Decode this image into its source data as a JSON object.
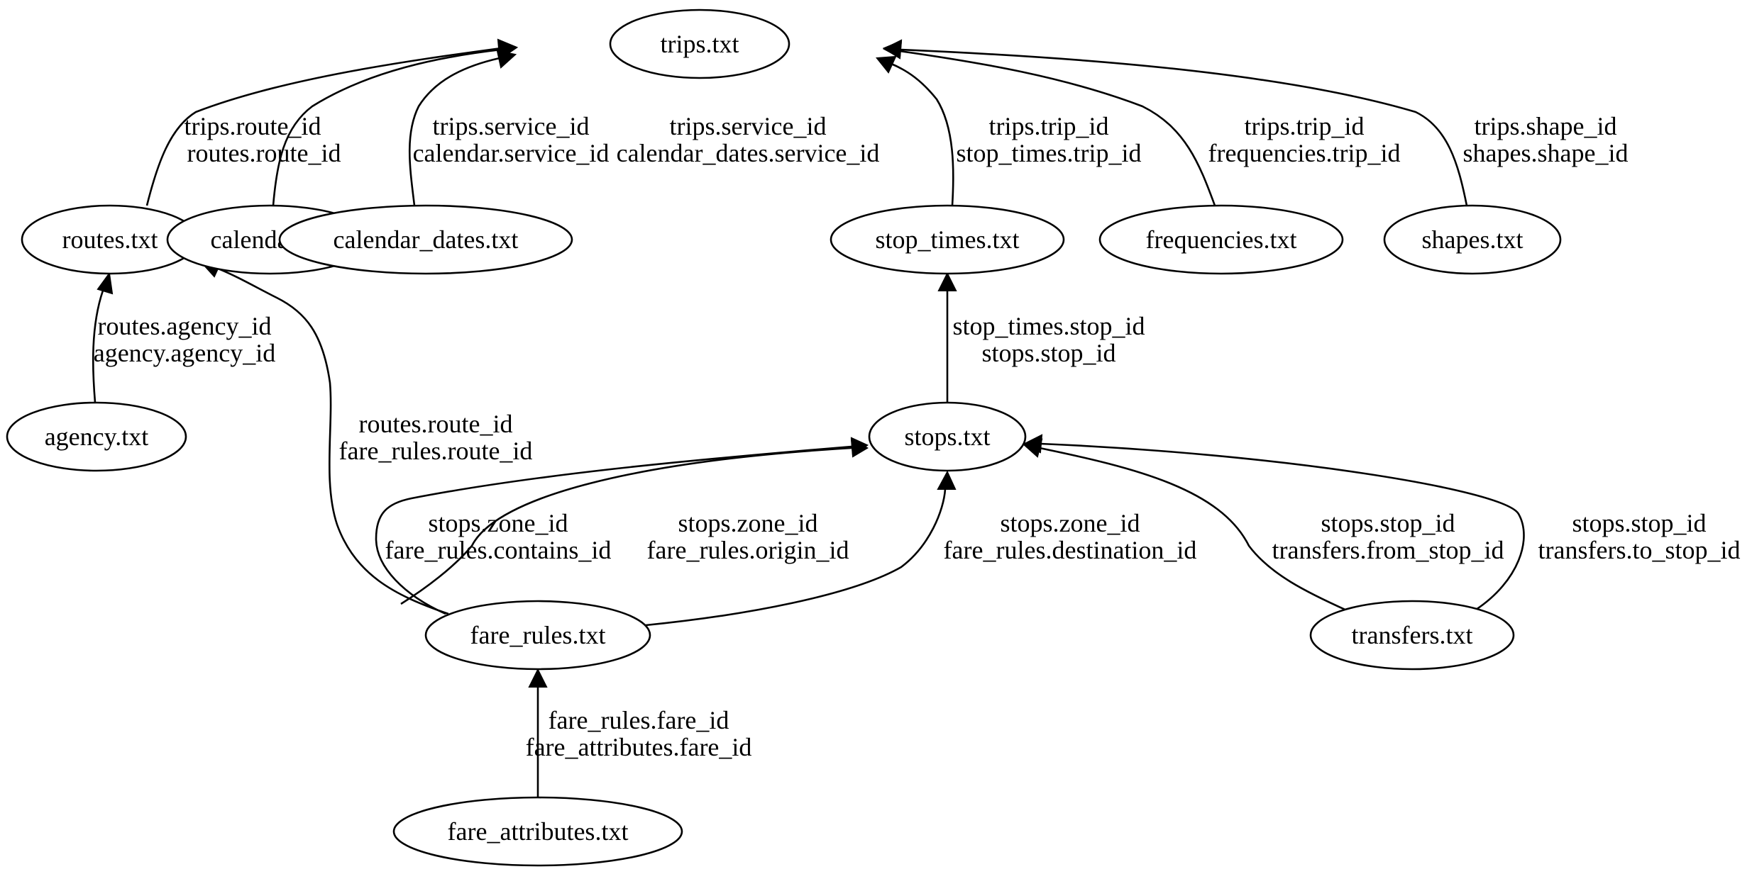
{
  "nodes": {
    "trips": "trips.txt",
    "routes": "routes.txt",
    "calendar": "calendar.txt",
    "calendar_dates": "calendar_dates.txt",
    "stop_times": "stop_times.txt",
    "frequencies": "frequencies.txt",
    "shapes": "shapes.txt",
    "agency": "agency.txt",
    "stops": "stops.txt",
    "fare_rules": "fare_rules.txt",
    "transfers": "transfers.txt",
    "fare_attributes": "fare_attributes.txt"
  },
  "edges": {
    "routes_trips": [
      "trips.route_id",
      "routes.route_id"
    ],
    "calendar_trips": [
      "trips.service_id",
      "calendar.service_id"
    ],
    "calendar_dates_trips": [
      "trips.service_id",
      "calendar_dates.service_id"
    ],
    "stop_times_trips": [
      "trips.trip_id",
      "stop_times.trip_id"
    ],
    "frequencies_trips": [
      "trips.trip_id",
      "frequencies.trip_id"
    ],
    "shapes_trips": [
      "trips.shape_id",
      "shapes.shape_id"
    ],
    "agency_routes": [
      "routes.agency_id",
      "agency.agency_id"
    ],
    "stops_stop_times": [
      "stop_times.stop_id",
      "stops.stop_id"
    ],
    "fare_rules_routes": [
      "routes.route_id",
      "fare_rules.route_id"
    ],
    "fare_rules_stops_contains": [
      "stops.zone_id",
      "fare_rules.contains_id"
    ],
    "fare_rules_stops_origin": [
      "stops.zone_id",
      "fare_rules.origin_id"
    ],
    "fare_rules_stops_destination": [
      "stops.zone_id",
      "fare_rules.destination_id"
    ],
    "transfers_stops_from": [
      "stops.stop_id",
      "transfers.from_stop_id"
    ],
    "transfers_stops_to": [
      "stops.stop_id",
      "transfers.to_stop_id"
    ],
    "fare_attributes_fare_rules": [
      "fare_rules.fare_id",
      "fare_attributes.fare_id"
    ]
  }
}
